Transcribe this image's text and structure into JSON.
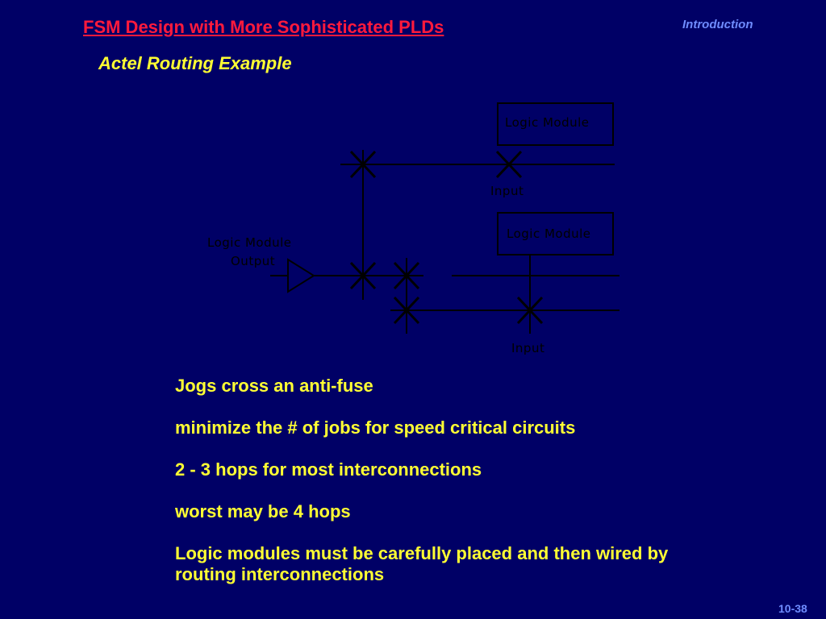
{
  "header": {
    "title": "FSM Design with More Sophisticated PLDs",
    "section": "Introduction"
  },
  "subtitle": "Actel Routing Example",
  "diagram": {
    "logic_module_top": "Logic Module",
    "logic_module_mid": "Logic Module",
    "input_top": "Input",
    "input_bottom": "Input",
    "output_line1": "Logic Module",
    "output_line2": "Output"
  },
  "bullets": [
    "Jogs cross an anti-fuse",
    "minimize the # of jobs for speed critical circuits",
    "2 - 3 hops for most interconnections",
    "worst may be 4 hops",
    "Logic modules must be carefully placed and then wired by routing interconnections"
  ],
  "footer": {
    "page_number": "10-38"
  },
  "colors": {
    "background": "#000066",
    "title": "#ff1a3c",
    "body_text": "#ffff33",
    "accent": "#6f8cff"
  }
}
